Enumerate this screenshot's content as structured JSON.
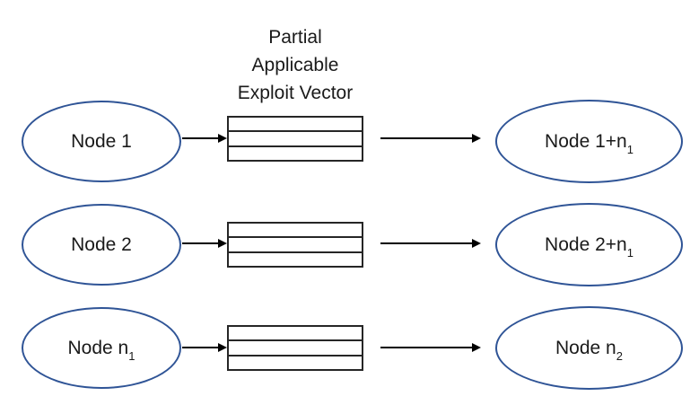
{
  "diagram": {
    "title_lines": [
      "Partial",
      "Applicable",
      "Exploit Vector"
    ],
    "rows": [
      {
        "source": {
          "text": "Node 1",
          "sub": ""
        },
        "target": {
          "text": "Node 1+n",
          "sub": "1"
        }
      },
      {
        "source": {
          "text": "Node 2",
          "sub": ""
        },
        "target": {
          "text": "Node 2+n",
          "sub": "1"
        }
      },
      {
        "source": {
          "text": "Node n",
          "sub": "1"
        },
        "target": {
          "text": "Node n",
          "sub": "2"
        }
      }
    ],
    "box_segments": 3,
    "colors": {
      "ellipse_stroke": "#2F5496",
      "box_stroke": "#262626",
      "arrow": "#000000",
      "text": "#1a1a1a",
      "background": "#ffffff"
    }
  }
}
